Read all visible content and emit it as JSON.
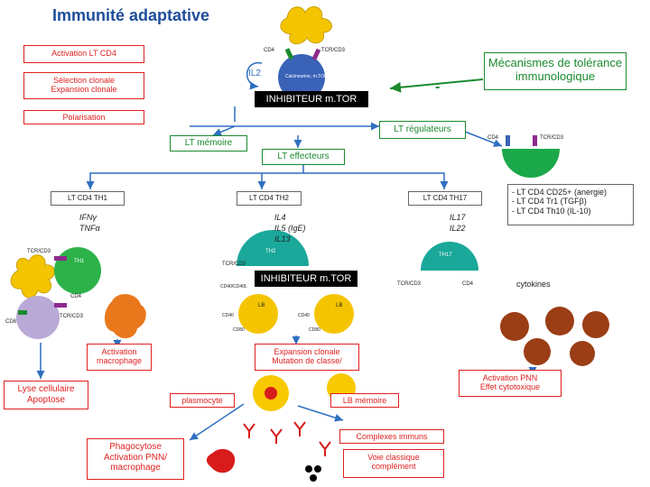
{
  "title": "Immunité adaptative",
  "boxes": {
    "activation_cd4": "Activation LT CD4",
    "selection_line1": "Sélection clonale",
    "selection_line2": "Expansion clonale",
    "polarisation": "Polarisation",
    "tolerance_line1": "Mécanismes de tolérance",
    "tolerance_line2": "immunologique",
    "inhibiteur_top": "INHIBITEUR m.TOR",
    "lt_regulateurs": "LT régulateurs",
    "lt_memoire": "LT mémoire",
    "lt_effecteurs": "LT effecteurs",
    "th1": "LT CD4 TH1",
    "th2": "LT CD4 TH2",
    "th17": "LT CD4 TH17",
    "treg_line1": "- LT CD4 CD25+ (anergie)",
    "treg_line2": "- LT CD4 Tr1 (TGFβ)",
    "treg_line3": "- LT CD4 Th10 (IL-10)",
    "inhibiteur_mid": "INHIBITEUR m.TOR",
    "activation_macro_line1": "Activation",
    "activation_macro_line2": "macrophage",
    "expansion_line1": "Expansion clonale",
    "expansion_line2": "Mutation de classe/",
    "activation_pnn_line1": "Activation PNN",
    "activation_pnn_line2": "Effet cytotoxique",
    "lyse_line1": "Lyse cellulaire",
    "lyse_line2": "Apoptose",
    "plasmocyte": "plasmocyte",
    "lb_memoire": "LB mémoire",
    "phago_line1": "Phagocytose",
    "phago_line2": "Activation PNN/",
    "phago_line3": "macrophage",
    "complexes": "Complexes immuns",
    "voie_line1": "Voie classique",
    "voie_line2": "complément"
  },
  "labels": {
    "cd4_top": "CD4",
    "tcr_top": "TCR/CD3",
    "il2": "IL2",
    "calcineurine": "Calcineurine, m.TOR",
    "minus": "-",
    "cd4_treg": "CD4",
    "tcr_treg": "TCR/CD3",
    "th1_cyt1": "IFNγ",
    "th1_cyt2": "TNFα",
    "th2_cyt1": "IL4",
    "th2_cyt2": "IL5 (IgE)",
    "th2_cyt3": "IL13",
    "th17_cyt1": "IL17",
    "th17_cyt2": "IL22",
    "tcr_left": "TCR/CD3",
    "th1_cell": "TH1",
    "tcr_th2": "TCR/CD3",
    "th2_cell": "TH2",
    "th17_cell": "TH17",
    "tcr_th17": "TCR/CD3",
    "cd4_th17": "CD4",
    "cytokines": "cytokines",
    "cd4_left": "CD4",
    "cd8": "CD8",
    "tcr_cd8": "TCR/CD3",
    "cd40_cd40l": "CD40/CD40L",
    "lb1": "LB",
    "lb2": "LB",
    "cd40_a": "CD40",
    "cd40_b": "CD40",
    "cd80_a": "CD80",
    "cd80_b": "CD80"
  },
  "colors": {
    "title": "#1f4e9a",
    "red": "#e02020",
    "green": "#1b8a2e",
    "blue_arrow": "#2e6fc0",
    "apc_yellow": "#f5c400",
    "apc_orange": "#f08a1a",
    "treg_green": "#1aa84a",
    "th1_green": "#2db24a",
    "th2_teal": "#1aa89a",
    "cd8_lilac": "#b9a9d6",
    "macrophage": "#e9781c",
    "pnn_brown": "#9b3d15",
    "lb_yellow": "#f8c800",
    "antibody_red": "#d81b1b",
    "inhibitor": "#000000"
  }
}
